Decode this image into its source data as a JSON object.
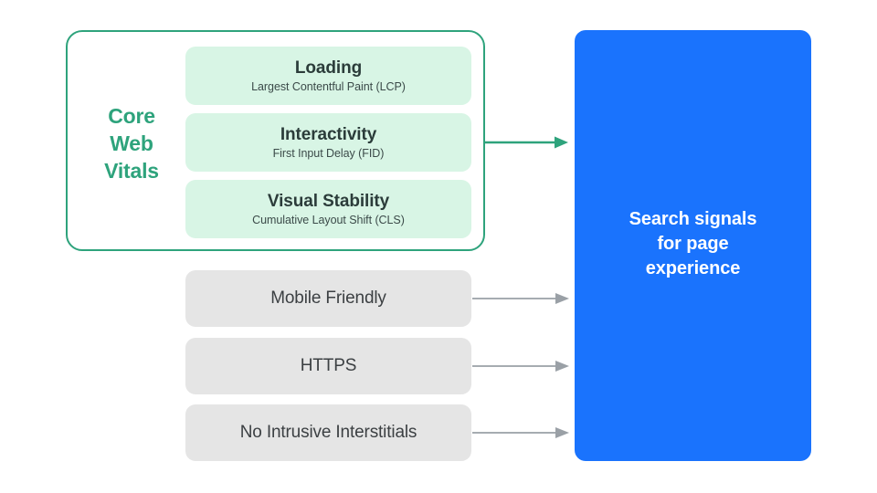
{
  "diagram": {
    "title": "Search signals for page experience",
    "colors": {
      "green_accent": "#2ea37c",
      "mint_card": "#d8f5e5",
      "gray_card": "#e5e5e5",
      "blue_box": "#1a73fd",
      "gray_arrow": "#9aa0a6",
      "dark_text": "#3c4043",
      "white_text": "#ffffff"
    },
    "core_web_vitals": {
      "label_lines": [
        "Core",
        "Web",
        "Vitals"
      ],
      "label_text": "Core Web Vitals",
      "metrics": [
        {
          "title": "Loading",
          "subtitle": "Largest Contentful Paint (LCP)"
        },
        {
          "title": "Interactivity",
          "subtitle": "First Input Delay (FID)"
        },
        {
          "title": "Visual Stability",
          "subtitle": "Cumulative Layout Shift (CLS)"
        }
      ]
    },
    "other_signals": [
      {
        "label": "Mobile Friendly"
      },
      {
        "label": "HTTPS"
      },
      {
        "label": "No Intrusive Interstitials"
      }
    ],
    "destination": {
      "lines": [
        "Search signals",
        "for page",
        "experience"
      ],
      "text": "Search signals for page experience"
    },
    "arrows": [
      {
        "name": "core-web-vitals-arrow",
        "color": "#2ea37c"
      },
      {
        "name": "mobile-friendly-arrow",
        "color": "#9aa0a6"
      },
      {
        "name": "https-arrow",
        "color": "#9aa0a6"
      },
      {
        "name": "no-intrusive-interstitials-arrow",
        "color": "#9aa0a6"
      }
    ]
  }
}
